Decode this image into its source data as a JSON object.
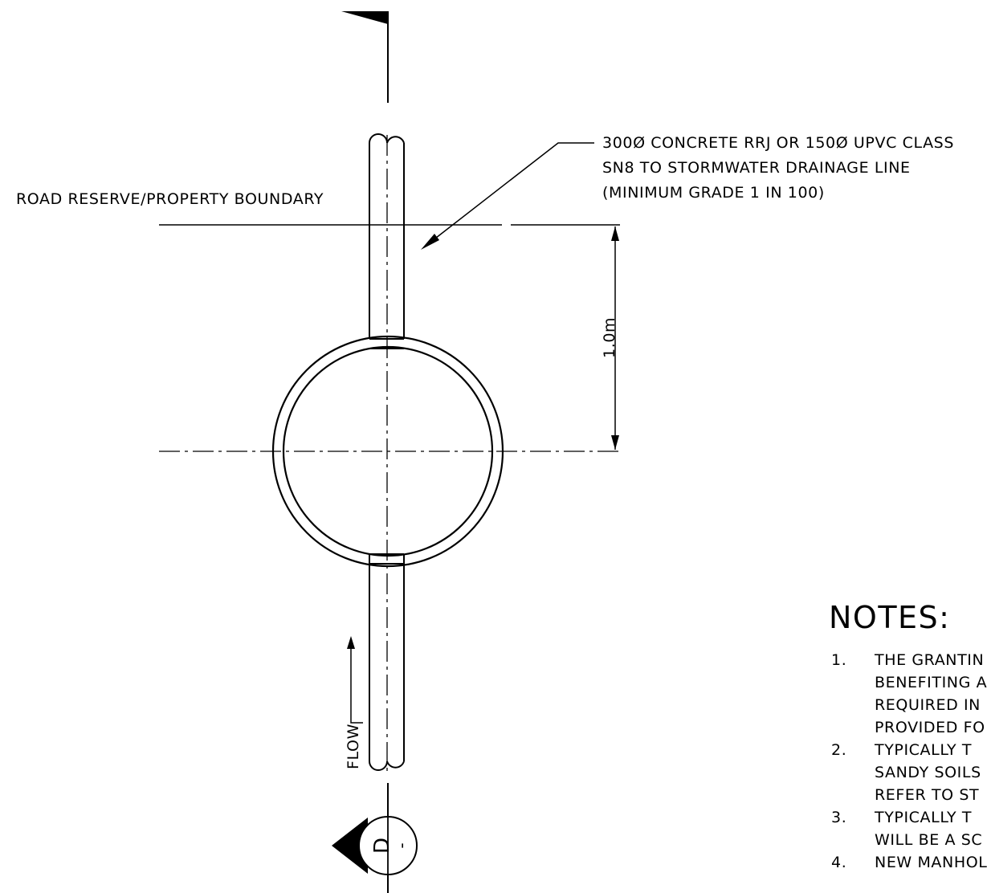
{
  "labels": {
    "boundary": "ROAD RESERVE/PROPERTY BOUNDARY",
    "pipe_spec": [
      "300Ø CONCRETE RRJ OR 150Ø UPVC CLASS",
      "SN8 TO STORMWATER DRAINAGE LINE",
      "(MINIMUM GRADE 1 IN 100)"
    ],
    "dimension": "1.0m",
    "flow": "FLOW",
    "section_letter": "D",
    "section_sheet": "-"
  },
  "notes": {
    "title": "NOTES:",
    "items": [
      {
        "number": "1.",
        "lines": [
          "THE GRANTIN",
          "BENEFITING A",
          "REQUIRED IN",
          "PROVIDED FO"
        ]
      },
      {
        "number": "2.",
        "lines": [
          "TYPICALLY T",
          "SANDY SOILS",
          "REFER TO ST"
        ]
      },
      {
        "number": "3.",
        "lines": [
          "TYPICALLY T",
          "WILL BE A SC"
        ]
      },
      {
        "number": "4.",
        "lines": [
          "NEW MANHOL"
        ]
      }
    ]
  },
  "colors": {
    "line": "#000000",
    "background": "#ffffff"
  }
}
